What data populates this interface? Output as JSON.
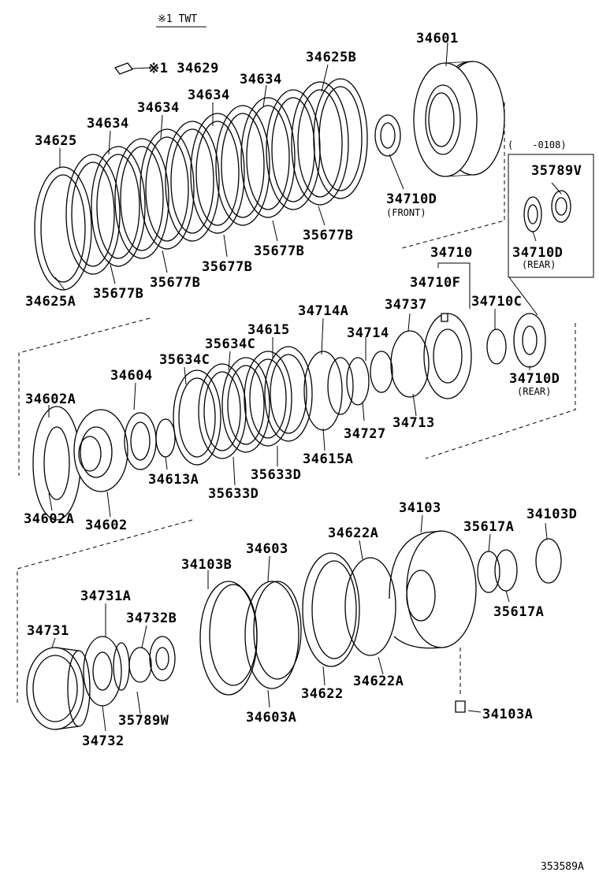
{
  "header": {
    "note": "※1 TWT"
  },
  "footer": {
    "code": "353589A"
  },
  "applicability": "(　　-0108)",
  "labels": {
    "p34601": "34601",
    "p34629": "※1 34629",
    "p34625B": "34625B",
    "p34634a": "34634",
    "p34634b": "34634",
    "p34634c": "34634",
    "p34634d": "34634",
    "p34625": "34625",
    "p34625A": "34625A",
    "p35677Ba": "35677B",
    "p35677Bb": "35677B",
    "p35677Bc": "35677B",
    "p35677Bd": "35677B",
    "p35677Be": "35677B",
    "p34710Dfront": "34710D",
    "frontNote": "(FRONT)",
    "p35789V": "35789V",
    "p34710Drear1": "34710D",
    "rearNote1": "(REAR)",
    "p34710": "34710",
    "p34710F": "34710F",
    "p34737": "34737",
    "p34710C": "34710C",
    "p34714A": "34714A",
    "p34615": "34615",
    "p34714": "34714",
    "p35634Ca": "35634C",
    "p35634Cb": "35634C",
    "p34604": "34604",
    "p34602Aa": "34602A",
    "p34602Ab": "34602A",
    "p34602": "34602",
    "p34613A": "34613A",
    "p35633Da": "35633D",
    "p35633Db": "35633D",
    "p34615A": "34615A",
    "p34727": "34727",
    "p34713": "34713",
    "p34710Drear2": "34710D",
    "rearNote2": "(REAR)",
    "p34103": "34103",
    "p34103D": "34103D",
    "p34622Aa": "34622A",
    "p35617Aa": "35617A",
    "p35617Ab": "35617A",
    "p34603": "34603",
    "p34103B": "34103B",
    "p34731A": "34731A",
    "p34732B": "34732B",
    "p34731": "34731",
    "p34622Ab": "34622A",
    "p34622": "34622",
    "p34603A": "34603A",
    "p35789W": "35789W",
    "p34732": "34732",
    "p34103A": "34103A"
  }
}
